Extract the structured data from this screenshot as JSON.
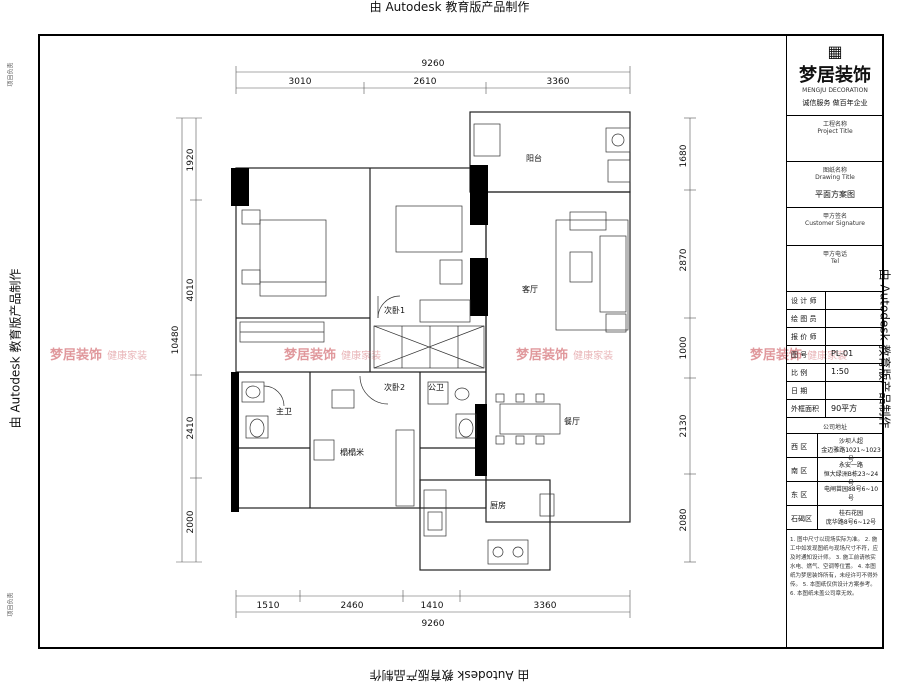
{
  "watermark": {
    "text": "由 Autodesk 教育版产品制作"
  },
  "side_tags": {
    "left_top": "项目负责",
    "left_bottom": "项目负责"
  },
  "dims": {
    "total_top": "9260",
    "top": [
      "3010",
      "2610",
      "3360"
    ],
    "total_bottom": "9260",
    "bottom": [
      "1510",
      "2460",
      "1410",
      "3360"
    ],
    "left_total": "10480",
    "left": [
      "1920",
      "4010",
      "2410",
      "2000"
    ],
    "right": [
      "1680",
      "2870",
      "1000",
      "2130",
      "2080"
    ]
  },
  "rooms": {
    "balcony": "阳台",
    "living": "客厅",
    "bedroom2": "次卧1",
    "bedroom3": "次卧2",
    "master_bath": "主卫",
    "public_bath": "公卫",
    "cloak": "榻榻米",
    "dining": "餐厅",
    "kitchen": "厨房"
  },
  "brand_watermark": {
    "logo": "梦居装饰",
    "tag": "健康家装"
  },
  "title_block": {
    "logo": "梦居装饰",
    "logo_en": "MENGJU DECORATION",
    "slogan": "诚信服务  做百年企业",
    "project_title_cn": "工程名称",
    "project_title_en": "Project Title",
    "drawing_title_cn": "图纸名称",
    "drawing_title_en": "Drawing Title",
    "drawing_title_value": "平面方案图",
    "customer_cn": "甲方签名",
    "customer_en": "Customer Signature",
    "tel_cn": "甲方电话",
    "tel_en": "Tel",
    "rows": [
      {
        "label": "设 计 师",
        "value": ""
      },
      {
        "label": "绘 图 员",
        "value": ""
      },
      {
        "label": "报 价 师",
        "value": ""
      },
      {
        "label": "图    号",
        "value": "PL-01"
      },
      {
        "label": "比    例",
        "value": "1:50"
      },
      {
        "label": "日    期",
        "value": ""
      },
      {
        "label": "外框面积",
        "value": "90平方"
      }
    ],
    "address_header": "公司地址",
    "addresses": [
      {
        "label": "西 区",
        "value": "沙坝人超\n金迈雅路1021~1023号"
      },
      {
        "label": "南 区",
        "value": "永安一路\n恒大绿洲B栋23~24号"
      },
      {
        "label": "东 区",
        "value": "电闸苗园88号6~10号"
      },
      {
        "label": "石碣区",
        "value": "桂石花园\n庞华路8号6~12号"
      }
    ],
    "notes": "1. 图中尺寸以现场实际为准。 2. 施工中如发现图纸与现场尺寸不符，应及时通知设计师。 3. 施工前请核实水电、燃气、空调等位置。 4. 本图纸为梦居装饰所有，未经许可不得外传。 5. 本图纸仅供设计方案参考。 6. 本图纸未盖公司章无效。"
  }
}
